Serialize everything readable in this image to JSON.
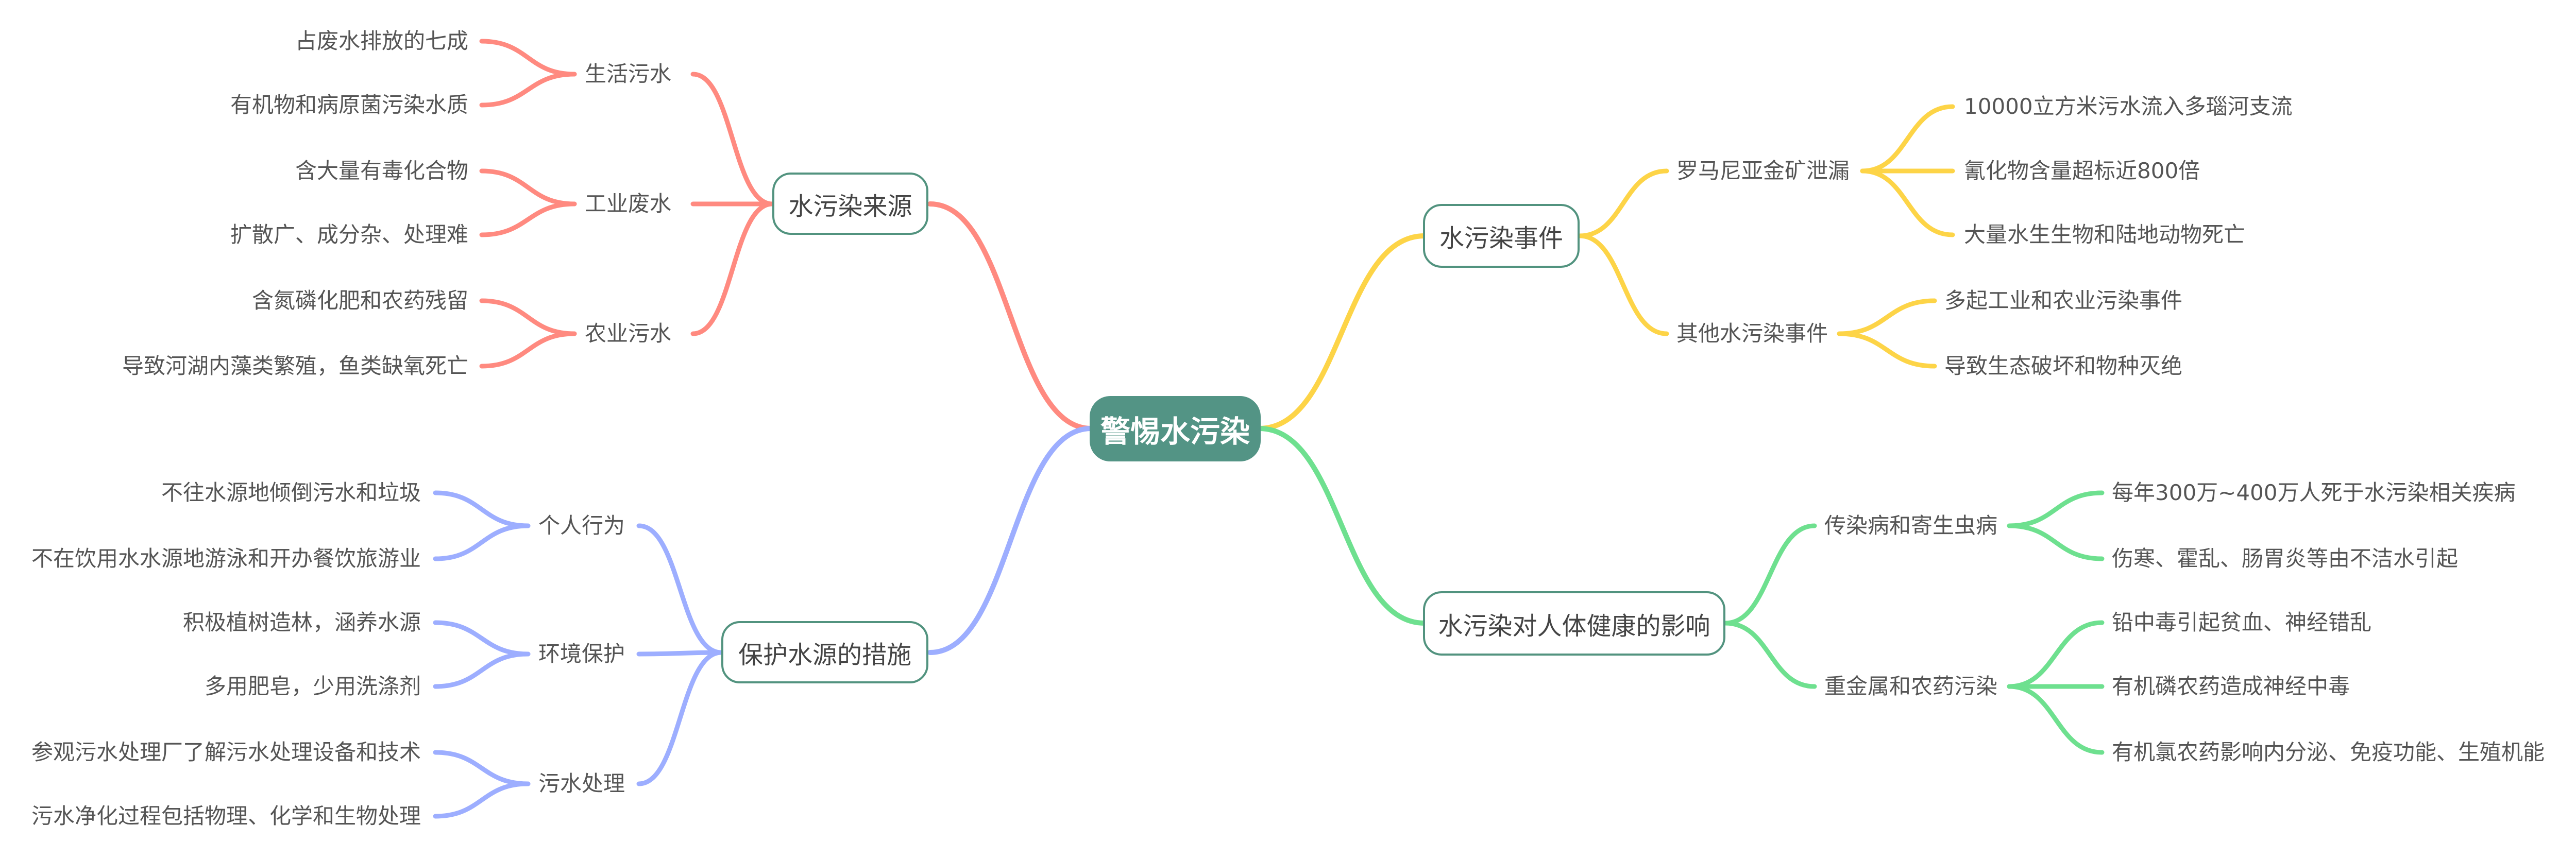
{
  "root": {
    "label": "警惕水污染"
  },
  "colors": {
    "sources": "#FF8A80",
    "measures": "#9DAEFF",
    "events": "#FDD447",
    "health": "#6EE08F",
    "node_border": "#52937F",
    "root_fill": "#539485"
  },
  "sources": {
    "label": "水污染来源",
    "children": [
      {
        "label": "生活污水",
        "items": [
          "占废水排放的七成",
          "有机物和病原菌污染水质"
        ]
      },
      {
        "label": "工业废水",
        "items": [
          "含大量有毒化合物",
          "扩散广、成分杂、处理难"
        ]
      },
      {
        "label": "农业污水",
        "items": [
          "含氮磷化肥和农药残留",
          "导致河湖内藻类繁殖，鱼类缺氧死亡"
        ]
      }
    ]
  },
  "measures": {
    "label": "保护水源的措施",
    "children": [
      {
        "label": "个人行为",
        "items": [
          "不往水源地倾倒污水和垃圾",
          "不在饮用水水源地游泳和开办餐饮旅游业"
        ]
      },
      {
        "label": "环境保护",
        "items": [
          "积极植树造林，涵养水源",
          "多用肥皂，少用洗涤剂"
        ]
      },
      {
        "label": "污水处理",
        "items": [
          "参观污水处理厂了解污水处理设备和技术",
          "污水净化过程包括物理、化学和生物处理"
        ]
      }
    ]
  },
  "events": {
    "label": "水污染事件",
    "children": [
      {
        "label": "罗马尼亚金矿泄漏",
        "items": [
          "10000立方米污水流入多瑙河支流",
          "氰化物含量超标近800倍",
          "大量水生生物和陆地动物死亡"
        ]
      },
      {
        "label": "其他水污染事件",
        "items": [
          "多起工业和农业污染事件",
          "导致生态破坏和物种灭绝"
        ]
      }
    ]
  },
  "health": {
    "label": "水污染对人体健康的影响",
    "children": [
      {
        "label": "传染病和寄生虫病",
        "items": [
          "每年300万~400万人死于水污染相关疾病",
          "伤寒、霍乱、肠胃炎等由不洁水引起"
        ]
      },
      {
        "label": "重金属和农药污染",
        "items": [
          "铅中毒引起贫血、神经错乱",
          "有机磷农药造成神经中毒",
          "有机氯农药影响内分泌、免疫功能、生殖机能"
        ]
      }
    ]
  }
}
